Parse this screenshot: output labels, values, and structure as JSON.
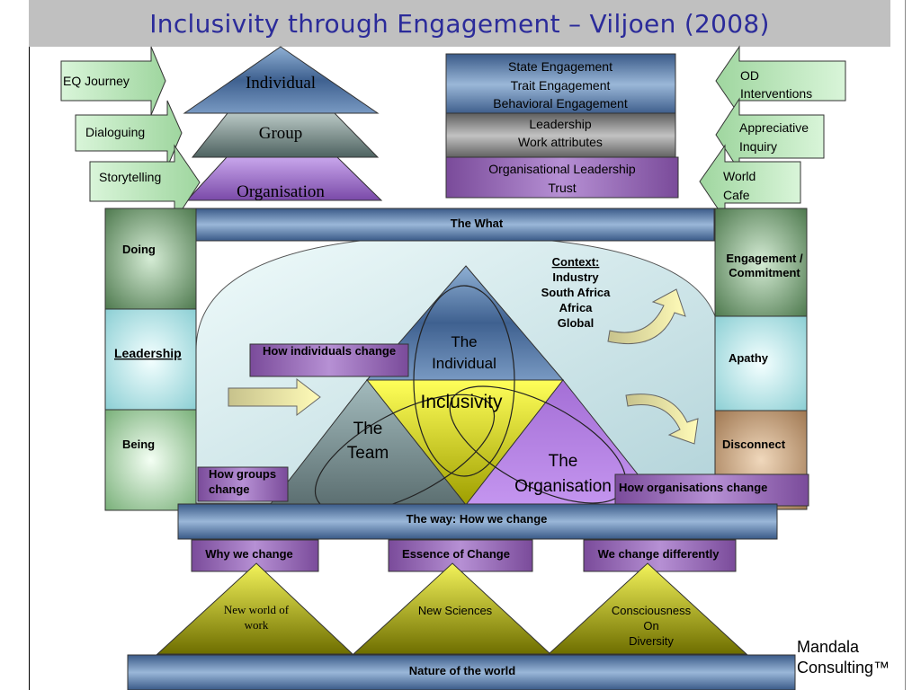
{
  "title": "Inclusivity through Engagement – Viljoen (2008)",
  "left_arrows": [
    "EQ Journey",
    "Dialoguing",
    "Storytelling"
  ],
  "pyramid": [
    "Individual",
    "Group",
    "Organisation"
  ],
  "engagement_stack": {
    "row1": [
      "State Engagement",
      "Trait Engagement",
      "Behavioral Engagement"
    ],
    "row2": [
      "Leadership",
      "Work attributes"
    ],
    "row3": [
      "Organisational Leadership",
      "Trust"
    ]
  },
  "right_arrows": {
    "od": [
      "OD",
      "Interventions"
    ],
    "ai": [
      "Appreciative",
      "Inquiry"
    ],
    "wc": [
      "World",
      "Cafe"
    ]
  },
  "the_what": "The What",
  "left_column": [
    "Doing",
    "Leadership",
    "Being"
  ],
  "right_column": [
    "Engagement /",
    "Commitment",
    "Apathy",
    "Disconnect"
  ],
  "context": [
    "Context:",
    "Industry",
    "South Africa",
    "Africa",
    "Global"
  ],
  "triangle": {
    "individual": [
      "The",
      "Individual"
    ],
    "inclusivity": "Inclusivity",
    "team": [
      "The",
      "Team"
    ],
    "organisation": [
      "The",
      "Organisation"
    ]
  },
  "change_labels": {
    "individuals": "How individuals change",
    "groups": [
      "How groups",
      "change"
    ],
    "organisations": "How organisations change"
  },
  "the_way": "The way: How we change",
  "why_boxes": [
    "Why we change",
    "Essence of Change",
    "We change differently"
  ],
  "bottom_triangles": {
    "t1": [
      "New world of",
      "work"
    ],
    "t2": [
      "New Sciences"
    ],
    "t3": [
      "Consciousness",
      "On",
      "Diversity"
    ]
  },
  "nature": "Nature of the world",
  "footer": [
    "Mandala",
    "Consulting™"
  ]
}
